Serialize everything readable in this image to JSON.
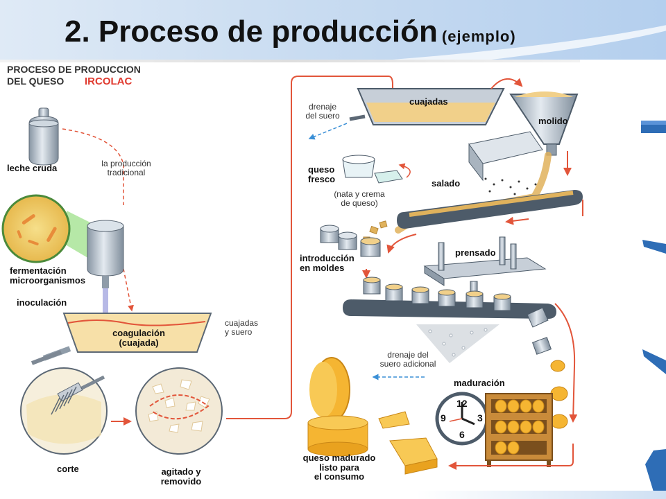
{
  "slide": {
    "title_main": "2. Proceso de producción",
    "title_sub": "(ejemplo)"
  },
  "diagram": {
    "heading_line1": "PROCESO DE PRODUCCION",
    "heading_line2": "DEL QUESO",
    "brand": "IRCOLAC",
    "labels": {
      "leche_cruda": "leche cruda",
      "produccion_tradicional": "la producción\ntradicional",
      "fermentacion": "fermentación\nmicroorganismos",
      "inoculacion": "inoculación",
      "coagulacion": "coagulación\n(cuajada)",
      "cuajadas_suero": "cuajadas\ny suero",
      "corte": "corte",
      "agitado": "agitado y\nremovido",
      "drenaje_suero": "drenaje\ndel suero",
      "cuajadas": "cuajadas",
      "molido": "molido",
      "queso_fresco": "queso\nfresco",
      "nata_crema": "(nata y crema\nde queso)",
      "salado": "salado",
      "introduccion_moldes": "introducción\nen moldes",
      "prensado": "prensado",
      "drenaje_adicional": "drenaje del\nsuero adicional",
      "maduracion": "maduración",
      "queso_madurado": "queso madurado\nlisto para\nel consumo"
    },
    "clock_numbers": [
      "12",
      "3",
      "6",
      "9"
    ],
    "colors": {
      "flow_arrow": "#e2553a",
      "whey_arrow": "#3a8fd6",
      "curd": "#f1d08a",
      "cheese": "#f5b532",
      "steel": "#b8c4cf",
      "belt": "#4d5b69",
      "brand": "#e03a2f"
    }
  }
}
